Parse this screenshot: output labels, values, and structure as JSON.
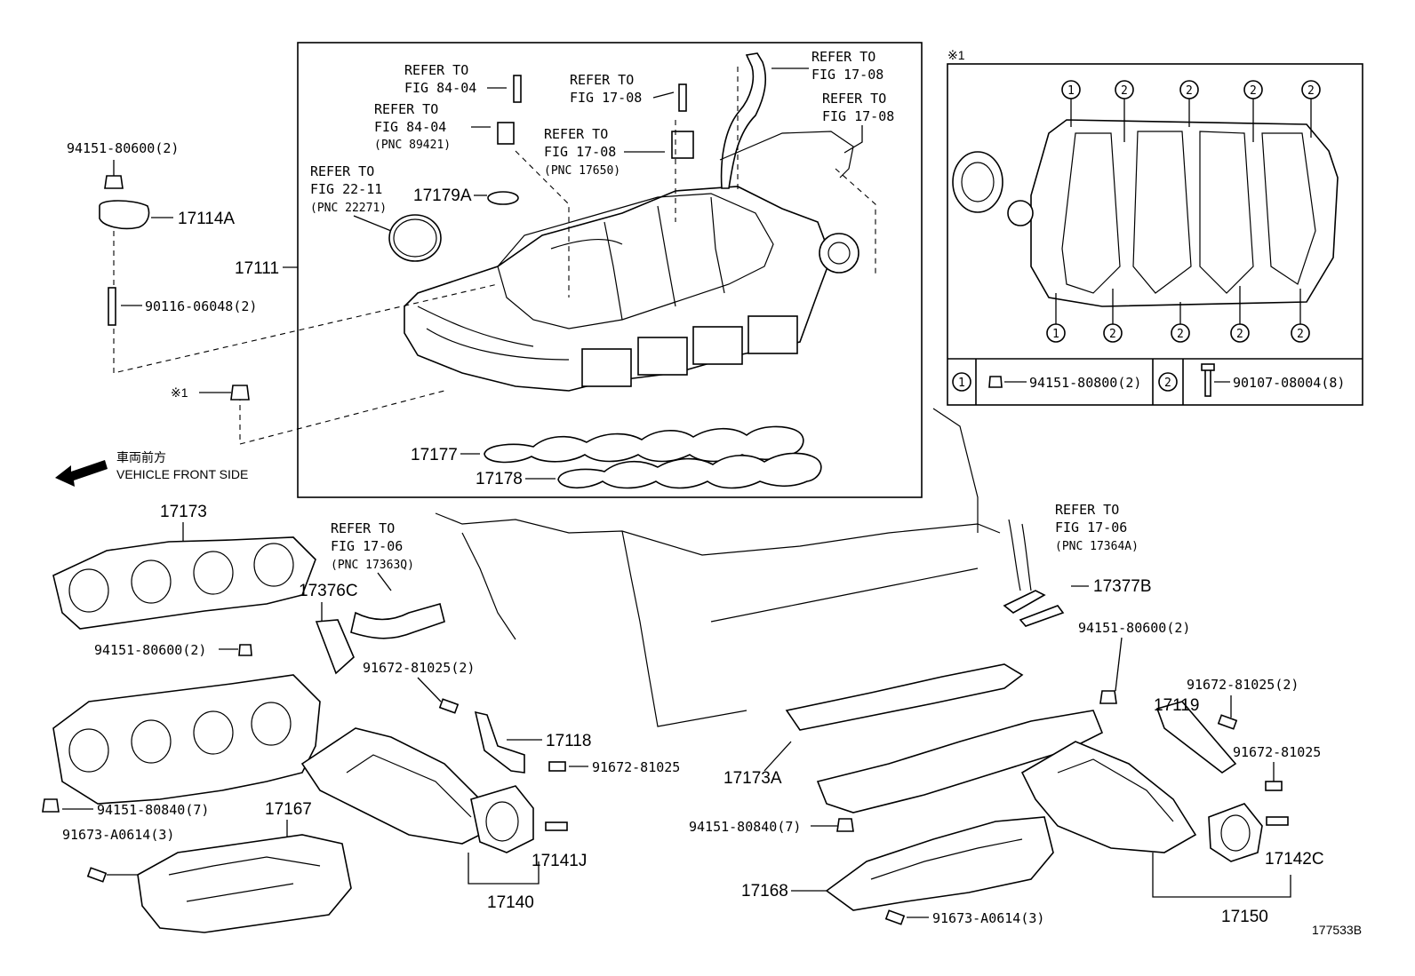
{
  "title": "",
  "diagram_id": "177533B",
  "vehicle_front": {
    "jp": "車両前方",
    "en": "VEHICLE FRONT SIDE"
  },
  "refs": {
    "r1": {
      "l1": "REFER TO",
      "l2": "FIG 84-04"
    },
    "r2": {
      "l1": "REFER TO",
      "l2": "FIG 84-04",
      "l3": "(PNC 89421)"
    },
    "r3": {
      "l1": "REFER TO",
      "l2": "FIG 17-08"
    },
    "r4": {
      "l1": "REFER TO",
      "l2": "FIG 17-08",
      "l3": "(PNC 17650)"
    },
    "r5": {
      "l1": "REFER TO",
      "l2": "FIG 17-08"
    },
    "r6": {
      "l1": "REFER TO",
      "l2": "FIG 17-08"
    },
    "r7": {
      "l1": "REFER TO",
      "l2": "FIG 22-11",
      "l3": "(PNC 22271)"
    },
    "r8": {
      "l1": "REFER TO",
      "l2": "FIG 17-06",
      "l3": "(PNC 17363Q)"
    },
    "r9": {
      "l1": "REFER TO",
      "l2": "FIG 17-06",
      "l3": "(PNC 17364A)"
    }
  },
  "parts": {
    "p94151_80600_a": "94151-80600(2)",
    "p17114A": "17114A",
    "p90116": "90116-06048(2)",
    "p17111": "17111",
    "p17179A": "17179A",
    "note_mark_a": "※1",
    "p17177": "17177",
    "p17178": "17178",
    "p17173": "17173",
    "p17376C": "17376C",
    "p94151_80600_b": "94151-80600(2)",
    "p91672_81025_2a": "91672-81025(2)",
    "p17118": "17118",
    "p91672_81025_a": "91672-81025",
    "p94151_80840_a": "94151-80840(7)",
    "p17167": "17167",
    "p91673_a": "91673-A0614(3)",
    "p17141J": "17141J",
    "p17140": "17140",
    "p17377B": "17377B",
    "p94151_80600_c": "94151-80600(2)",
    "p91672_81025_2b": "91672-81025(2)",
    "p17119": "17119",
    "p91672_81025_b": "91672-81025",
    "p17173A": "17173A",
    "p94151_80840_b": "94151-80840(7)",
    "p17168": "17168",
    "p91673_b": "91673-A0614(3)",
    "p17142C": "17142C",
    "p17150": "17150"
  },
  "inset": {
    "mark": "※1",
    "circle_1": "1",
    "circle_2": "2",
    "legend_1_num": "1",
    "legend_1_part": "94151-80800(2)",
    "legend_2_num": "2",
    "legend_2_part": "90107-08004(8)"
  }
}
